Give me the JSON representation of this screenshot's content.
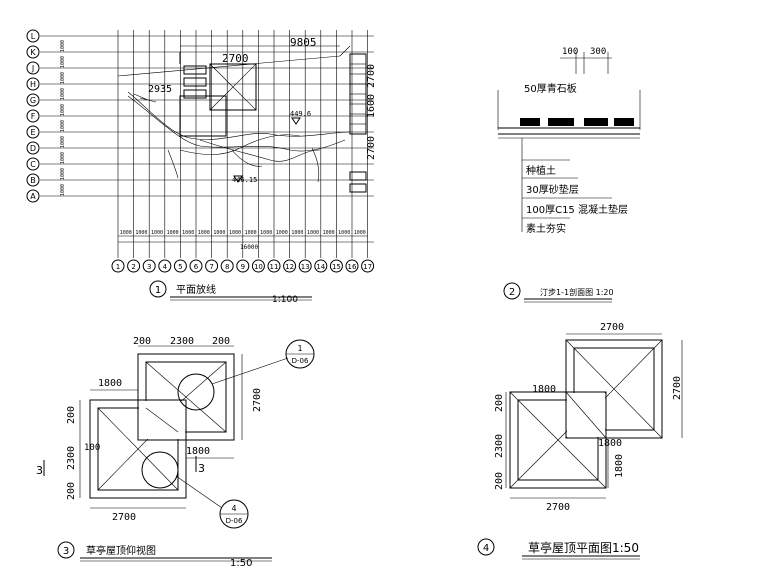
{
  "plan": {
    "row_labels": [
      "L",
      "K",
      "J",
      "H",
      "G",
      "F",
      "E",
      "D",
      "C",
      "B",
      "A"
    ],
    "row_dims": [
      "1000",
      "1000",
      "1000",
      "1000",
      "1000",
      "1000",
      "1000",
      "1000",
      "1000",
      "1000"
    ],
    "col_labels": [
      "1",
      "2",
      "3",
      "4",
      "5",
      "6",
      "7",
      "8",
      "9",
      "10",
      "11",
      "12",
      "13",
      "14",
      "15",
      "16",
      "17"
    ],
    "col_dims": [
      "1000",
      "1000",
      "1000",
      "1000",
      "1000",
      "1000",
      "1000",
      "1000",
      "1000",
      "1000",
      "1000",
      "1000",
      "1000",
      "1000",
      "1000",
      "1000"
    ],
    "total_dim": "16000",
    "dim_9805": "9805",
    "dim_2700_top": "2700",
    "dim_2935": "2935",
    "dim_2700_right1": "2700",
    "dim_1600": "1600",
    "dim_2700_right2": "2700",
    "elev_1": "449.6",
    "elev_2": "446.15",
    "caption_num": "1",
    "caption_text": "平面放线",
    "scale": "1:100"
  },
  "section": {
    "dim_100": "100",
    "dim_300": "300",
    "label_stone": "50厚青石板",
    "layers": [
      "种植土",
      "30厚砂垫层",
      "100厚C15 混凝土垫层",
      "素土夯实"
    ],
    "caption_num": "2",
    "caption_text": "汀步1-1剖面图 1:20"
  },
  "ceiling": {
    "dim_200a": "200",
    "dim_2300": "2300",
    "dim_200b": "200",
    "dim_1800a": "1800",
    "dim_2700r": "2700",
    "dim_200l1": "200",
    "dim_2300l": "2300",
    "dim_200l2": "200",
    "dim_100": "100",
    "dim_1800b": "1800",
    "dim_2700b": "2700",
    "callout1_num": "1",
    "callout1_ref": "D-06",
    "callout2_num": "4",
    "callout2_ref": "D-06",
    "section_mark": "3",
    "caption_num": "3",
    "caption_text": "草亭屋顶仰视图",
    "scale": "1:50"
  },
  "roof": {
    "dim_2700t": "2700",
    "dim_2700r": "2700",
    "dim_1800l": "1800",
    "dim_200l": "200",
    "dim_2300l": "2300",
    "dim_200l2": "200",
    "dim_1800r": "1800",
    "dim_1800r2": "1800",
    "dim_2700b": "2700",
    "caption_num": "4",
    "caption_text": "草亭屋顶平面图1:50"
  }
}
